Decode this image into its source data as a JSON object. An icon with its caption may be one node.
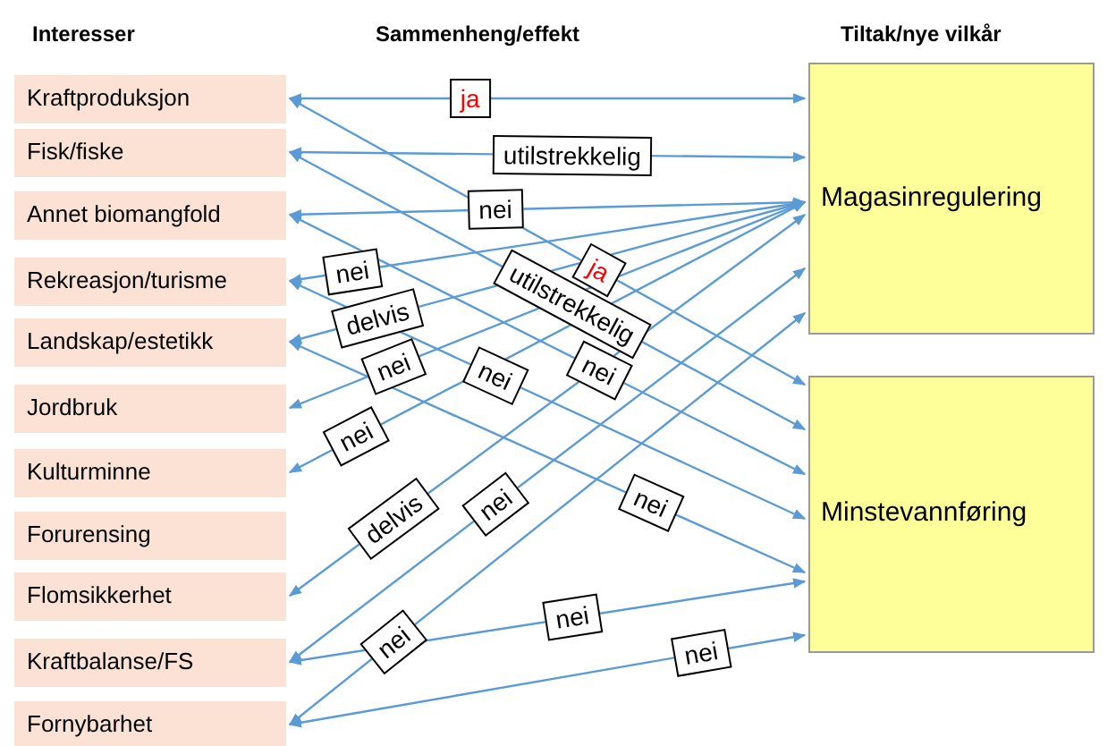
{
  "diagram": {
    "nodes": [
      {
        "text": [
          "Kraftproduksjon"
        ]
      },
      {
        "text": [
          "Fisk/fiske"
        ]
      },
      {
        "text": [
          "Annet biomangfold"
        ]
      },
      {
        "text": [
          "Rekreasjon/turisme"
        ]
      },
      {
        "text": [
          "Landskap/estetikk"
        ]
      },
      {
        "text": [
          "Jordbruk"
        ]
      },
      {
        "text": [
          "Kulturminne"
        ]
      },
      {
        "text": [
          "Forurensing"
        ]
      },
      {
        "text": [
          "Flomsikkerhet"
        ]
      },
      {
        "text": [
          "Kraftbalanse/FS"
        ]
      },
      {
        "text": [
          "Fornybarhet"
        ]
      },
      {
        "text": [
          "Magasinregulering"
        ]
      },
      {
        "text": [
          "Minstevannføring"
        ]
      }
    ],
    "edges": [
      {
        "from": 0,
        "to": 11,
        "arrow": "both",
        "label": "ja"
      },
      {
        "from": 1,
        "to": 11,
        "arrow": "both",
        "label": "utilstrekkelig"
      },
      {
        "from": 2,
        "to": 11,
        "arrow": "both",
        "label": "nei"
      },
      {
        "from": 3,
        "to": 11,
        "arrow": "both",
        "label": "nei"
      },
      {
        "from": 4,
        "to": 11,
        "arrow": "both",
        "label": "delvis"
      },
      {
        "from": 5,
        "to": 11,
        "arrow": "both",
        "label": "nei"
      },
      {
        "from": 6,
        "to": 11,
        "arrow": "both",
        "label": "nei"
      },
      {
        "from": 8,
        "to": 11,
        "arrow": "both",
        "label": "delvis"
      },
      {
        "from": 9,
        "to": 11,
        "arrow": "both",
        "label": "nei"
      },
      {
        "from": 10,
        "to": 11,
        "arrow": "both",
        "label": "nei"
      },
      {
        "from": 0,
        "to": 12,
        "arrow": "both",
        "label": "ja"
      },
      {
        "from": 1,
        "to": 12,
        "arrow": "both",
        "label": "utilstrekkelig"
      },
      {
        "from": 2,
        "to": 12,
        "arrow": "both",
        "label": "nei"
      },
      {
        "from": 3,
        "to": 12,
        "arrow": "both",
        "label": "nei"
      },
      {
        "from": 4,
        "to": 12,
        "arrow": "both",
        "label": "nei"
      },
      {
        "from": 9,
        "to": 12,
        "arrow": "both",
        "label": "nei"
      },
      {
        "from": 10,
        "to": 12,
        "arrow": "both",
        "label": "nei"
      }
    ],
    "labels": [
      "Interesser",
      "Sammenheng/effekt",
      "Tiltak/nye vilkår"
    ]
  }
}
